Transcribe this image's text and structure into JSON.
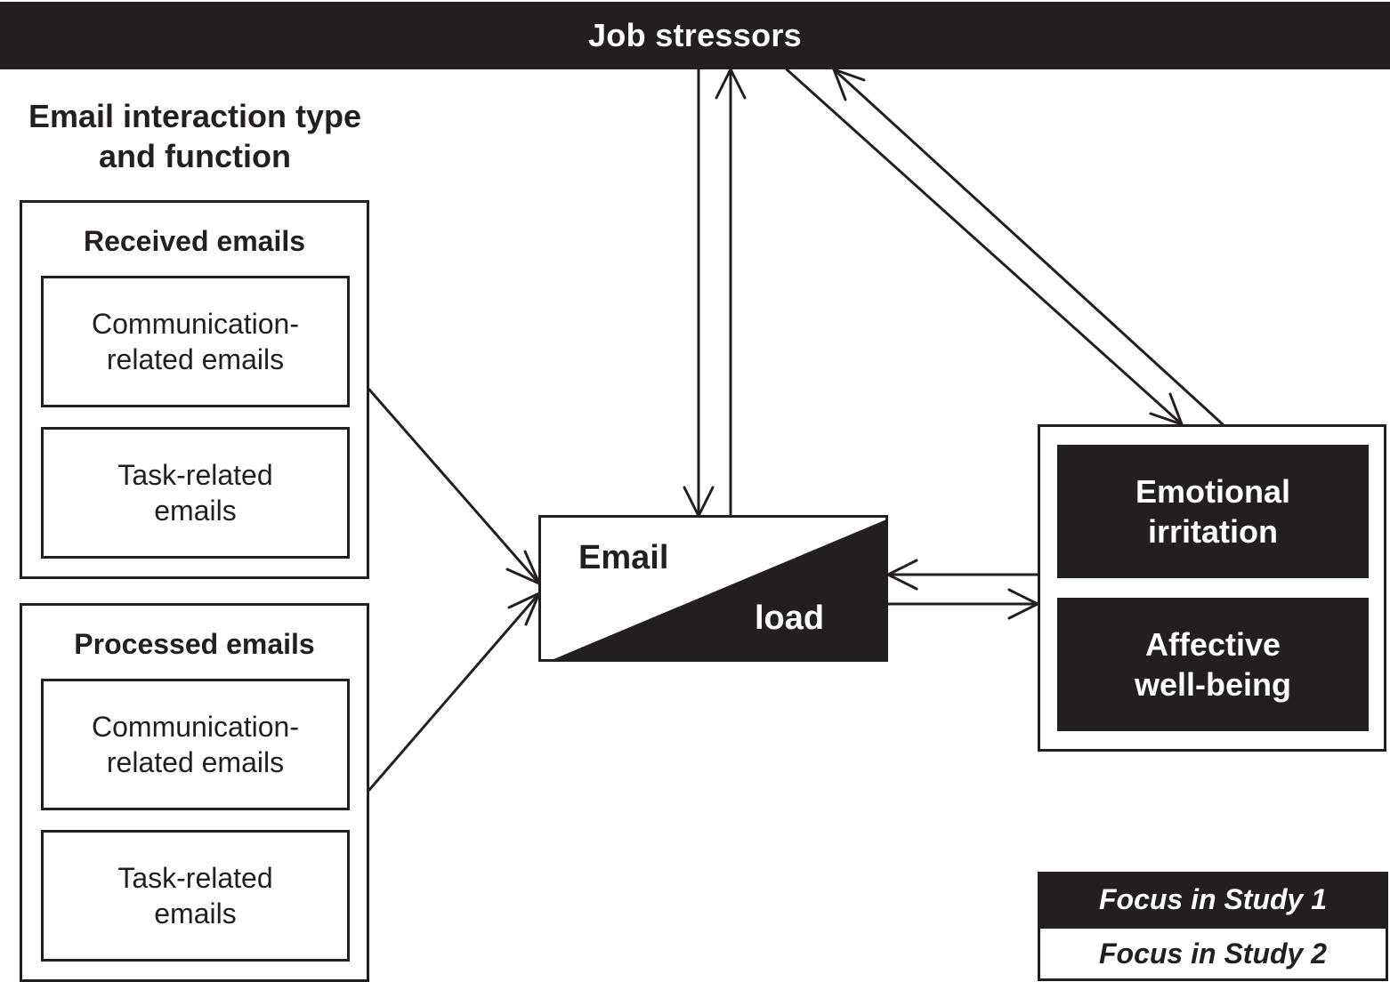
{
  "header": {
    "title": "Job stressors"
  },
  "left_panel": {
    "title": "Email interaction type and function",
    "groups": [
      {
        "title": "Received emails",
        "items": [
          "Communication-\nrelated emails",
          "Task-related\nemails"
        ]
      },
      {
        "title": "Processed emails",
        "items": [
          "Communication-\nrelated emails",
          "Task-related\nemails"
        ]
      }
    ]
  },
  "email_load": {
    "word_top": "Email",
    "word_bottom": "load"
  },
  "outcomes": {
    "items": [
      "Emotional\nirritation",
      "Affective\nwell-being"
    ]
  },
  "legend": {
    "study1": "Focus in Study 1",
    "study2": "Focus in Study 2"
  },
  "colors": {
    "dark": "#231f20",
    "light": "#ffffff"
  }
}
